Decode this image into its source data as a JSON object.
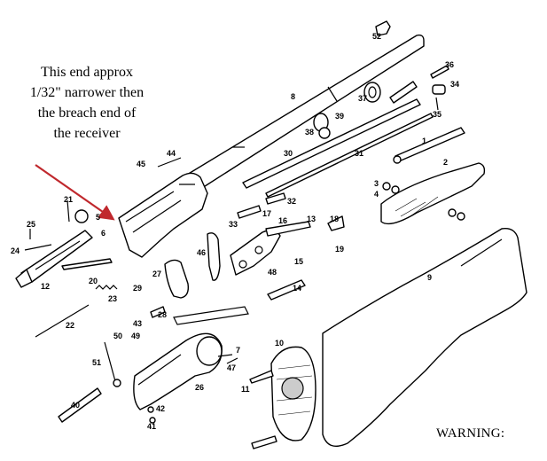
{
  "annotation": {
    "lines": [
      "This end approx",
      "1/32\" narrower then",
      "the breach end of",
      "the receiver"
    ],
    "arrow_color": "#c0282d"
  },
  "warning_text": "WARNING:",
  "part_numbers": [
    "1",
    "2",
    "3",
    "4",
    "5",
    "6",
    "7",
    "8",
    "9",
    "10",
    "11",
    "12",
    "13",
    "14",
    "15",
    "16",
    "17",
    "18",
    "19",
    "20",
    "21",
    "22",
    "23",
    "24",
    "25",
    "26",
    "27",
    "28",
    "29",
    "30",
    "31",
    "32",
    "33",
    "34",
    "35",
    "36",
    "37",
    "38",
    "39",
    "40",
    "41",
    "42",
    "43",
    "44",
    "45",
    "46",
    "47",
    "48",
    "49",
    "50",
    "51",
    "52"
  ]
}
